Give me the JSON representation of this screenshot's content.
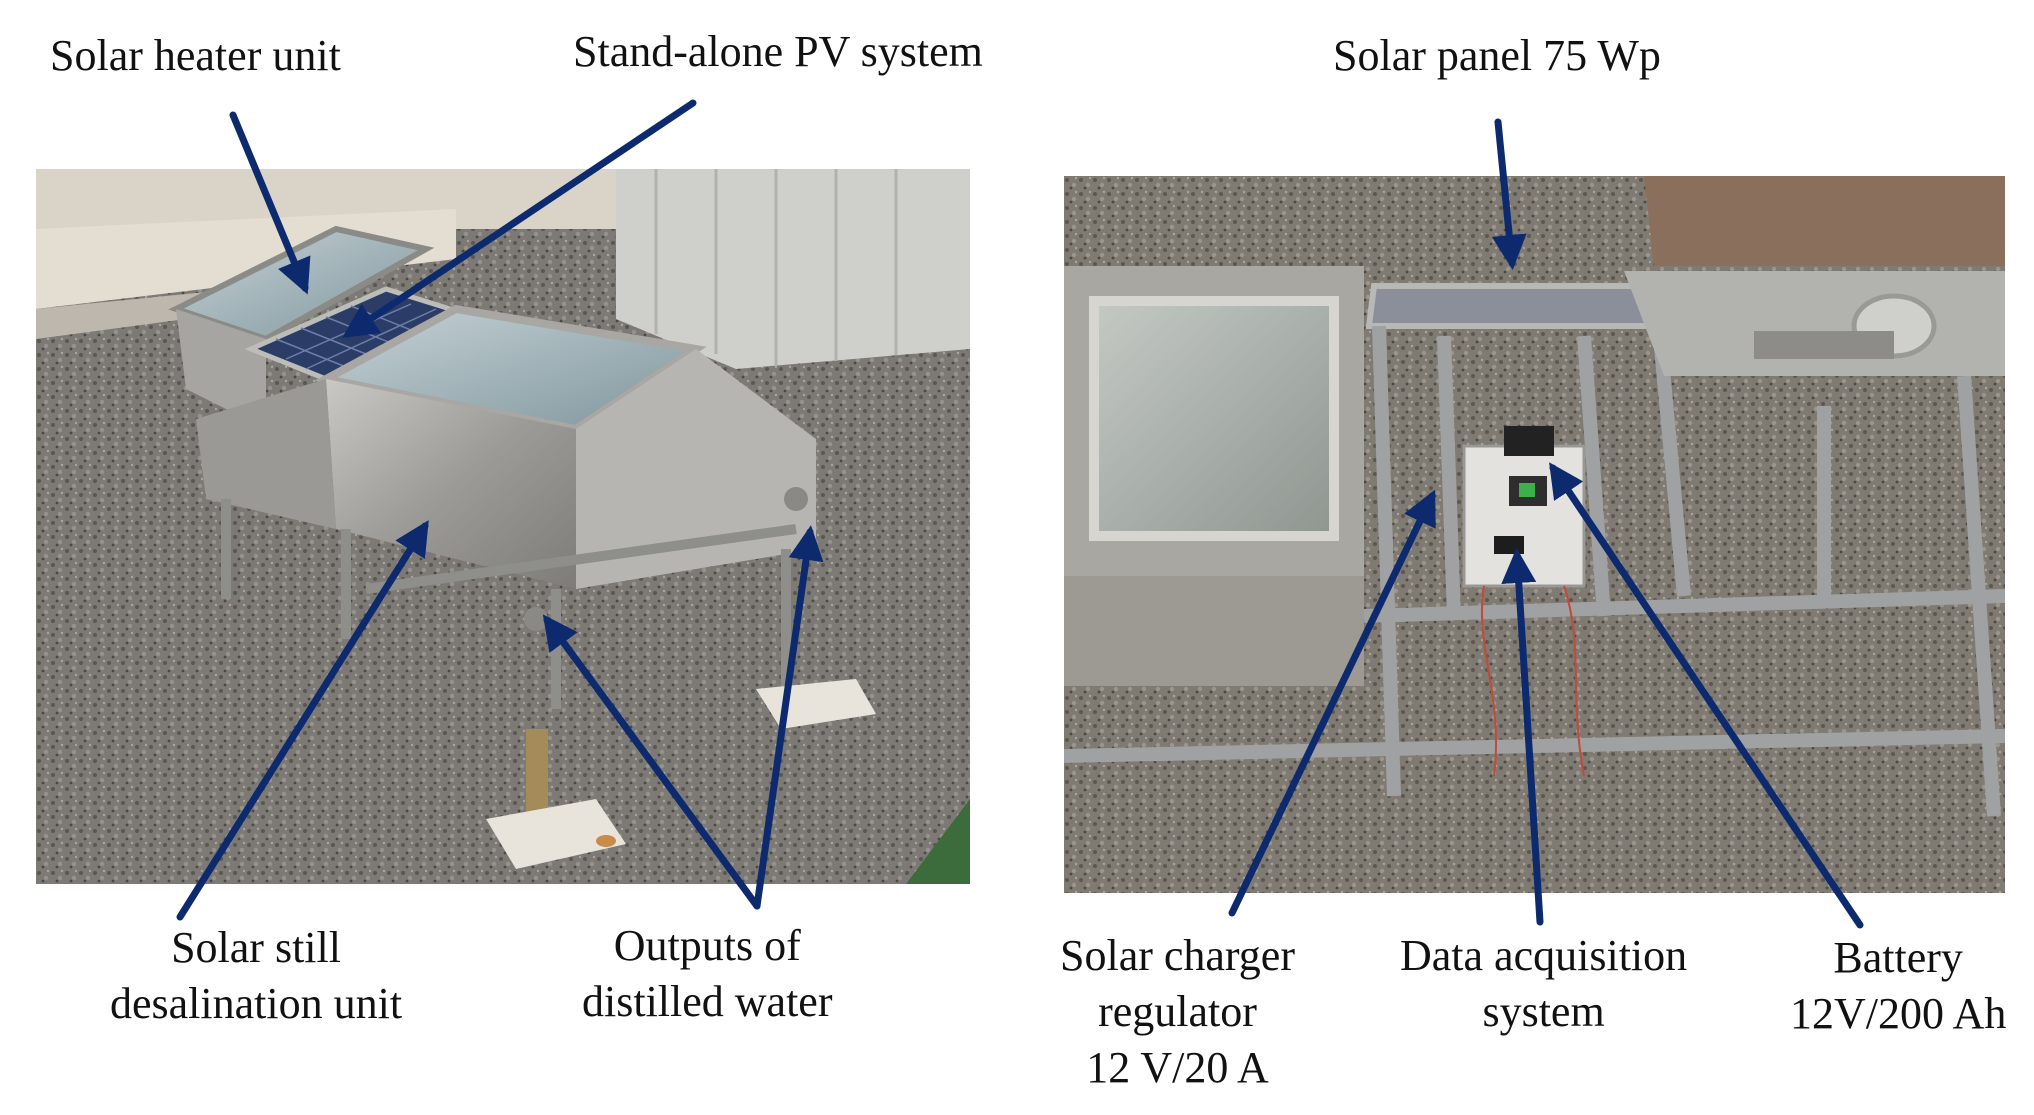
{
  "left_photo": {
    "labels": {
      "solar_heater_unit": "Solar heater unit",
      "pv_system": "Stand-alone PV system",
      "still_line1": "Solar still",
      "still_line2": "desalination unit",
      "outputs_line1": "Outputs of",
      "outputs_line2": "distilled water"
    }
  },
  "right_photo": {
    "labels": {
      "solar_panel": "Solar panel 75 Wp",
      "regulator_line1": "Solar charger",
      "regulator_line2": "regulator",
      "regulator_line3": "12 V/20 A",
      "daq_line1": "Data acquisition",
      "daq_line2": "system",
      "battery_line1": "Battery",
      "battery_line2": "12V/200 Ah"
    }
  },
  "colors": {
    "arrow": "#0d2a6e",
    "text": "#111111"
  }
}
